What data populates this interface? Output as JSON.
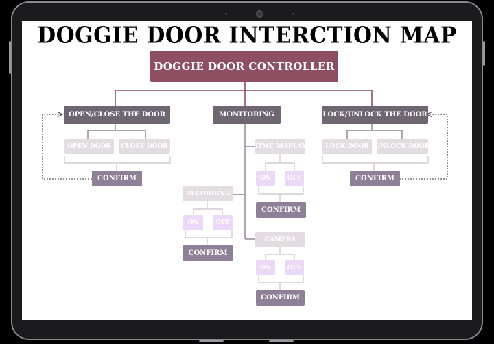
{
  "title": "DOGGIE DOOR INTERCTION MAP",
  "controller": "DOGGIE DOOR CONTROLLER",
  "branches": {
    "open_close": "OPEN/CLOSE THE DOOR",
    "monitoring": "MONITORING",
    "lock_unlock": "LOCK/UNLOCK THE DOOR"
  },
  "open_close": {
    "open": "OPEN DOOR",
    "close": "CLOSE DOOR",
    "confirm": "CONFIRM"
  },
  "lock_unlock": {
    "lock": "LOCK DOOR",
    "unlock": "UNLOCK DOOR",
    "confirm": "CONFIRM"
  },
  "time_display": {
    "label": "TIME DISPLAY",
    "on": "ON",
    "off": "OFF",
    "confirm": "CONFIRM"
  },
  "recording": {
    "label": "RECORDING",
    "on": "ON",
    "off": "OFF",
    "confirm": "CONFIRM"
  },
  "camera": {
    "label": "CAMERA",
    "on": "ON",
    "off": "OFF",
    "confirm": "CONFIRM"
  },
  "colors": {
    "controller": "#8e4f63",
    "branch": "#6e6670",
    "confirm": "#8e8096",
    "option": "#e3dde1",
    "toggle": "#ecd9f7",
    "line": "#8e4f63",
    "bracket": "#d4cbd4"
  }
}
